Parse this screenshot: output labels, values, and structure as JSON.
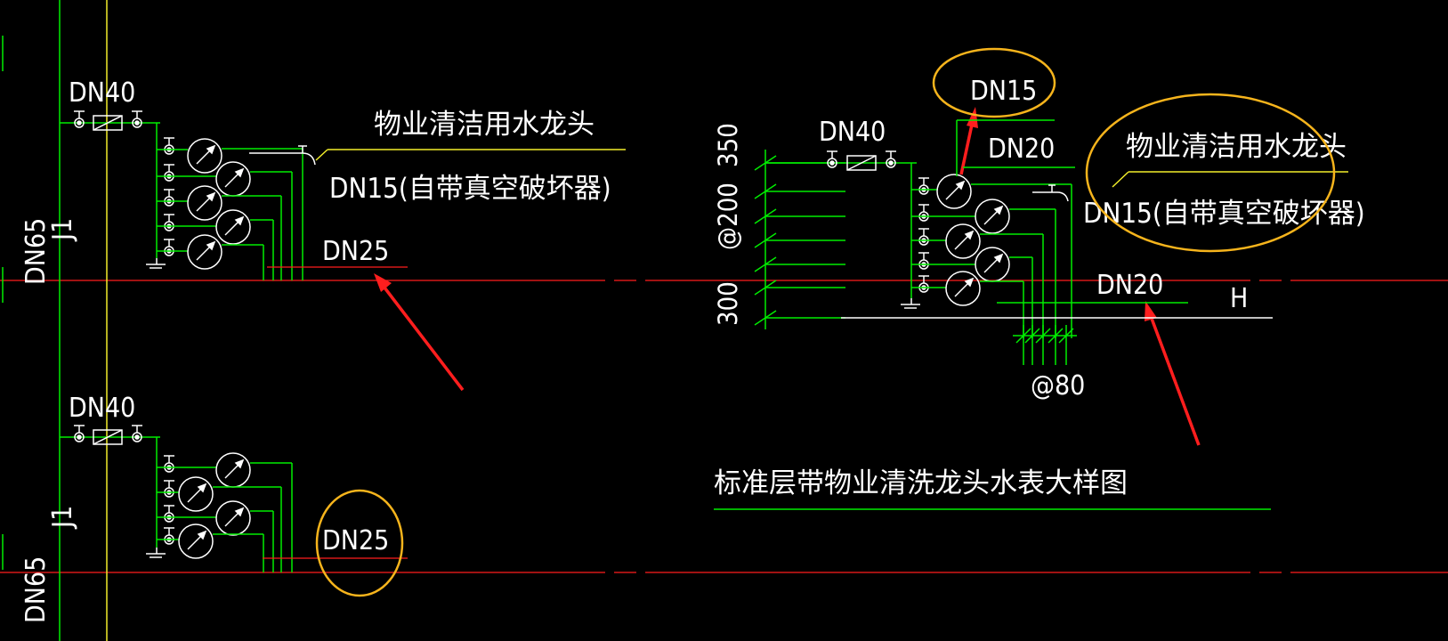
{
  "colors": {
    "background": "#000000",
    "pipe_green": "#00ee00",
    "grid_red": "#ff1e1e",
    "axis_yellow": "#f2ee2a",
    "highlight_orange": "#f6b41c",
    "text_white": "#ffffff"
  },
  "left_riser": {
    "pipe_size": "DN65",
    "pipe_code": "J1",
    "upper": {
      "inlet_size": "DN40",
      "branch_size": "DN25"
    },
    "lower": {
      "inlet_size": "DN40",
      "branch_size": "DN25",
      "pipe_size": "DN65",
      "pipe_code": "J1"
    }
  },
  "faucet_note": {
    "title": "物业清洁用水龙头",
    "size": "DN15(自带真空破坏器)"
  },
  "detail": {
    "top_size": "DN15",
    "inlet_size": "DN40",
    "branch_size": "DN20",
    "faucet_title": "物业清洁用水龙头",
    "faucet_size": "DN15(自带真空破坏器)",
    "bottom_size": "DN20",
    "elev_mark": "H",
    "dim_top": "350",
    "dim_spacing": "@200",
    "dim_bottom": "300",
    "pipe_spacing": "@80",
    "caption": "标准层带物业清洗龙头水表大样图"
  }
}
